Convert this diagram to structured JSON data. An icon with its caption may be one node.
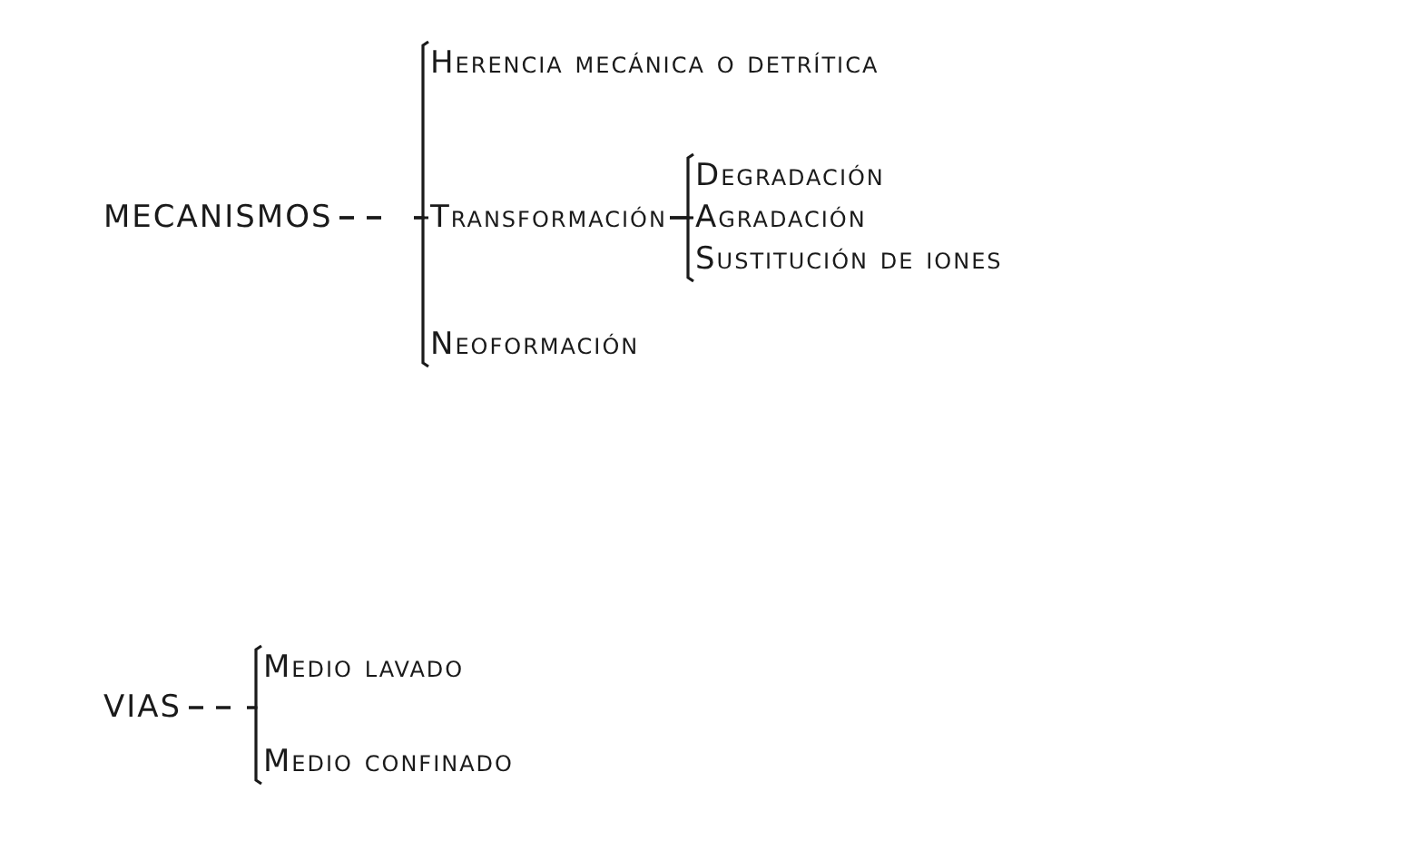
{
  "diagram": {
    "nodes": [
      {
        "text": [
          "MECANISMOS"
        ]
      },
      {
        "text": [
          "Herencia mecánica o detrítica"
        ]
      },
      {
        "text": [
          "Transformación"
        ]
      },
      {
        "text": [
          "Degradación"
        ]
      },
      {
        "text": [
          "Agradación"
        ]
      },
      {
        "text": [
          "Sustitución de iones"
        ]
      },
      {
        "text": [
          "Neoformación"
        ]
      },
      {
        "text": [
          "VIAS"
        ]
      },
      {
        "text": [
          "Medio lavado"
        ]
      },
      {
        "text": [
          "Medio confinado"
        ]
      }
    ],
    "edges": [
      {
        "from": 0,
        "to": 1,
        "arrow": "none",
        "style": "dashed"
      },
      {
        "from": 0,
        "to": 2,
        "arrow": "none",
        "style": "dashed"
      },
      {
        "from": 0,
        "to": 6,
        "arrow": "none",
        "style": "dashed"
      },
      {
        "from": 2,
        "to": 3,
        "arrow": "none"
      },
      {
        "from": 2,
        "to": 4,
        "arrow": "none"
      },
      {
        "from": 2,
        "to": 5,
        "arrow": "none"
      },
      {
        "from": 7,
        "to": 8,
        "arrow": "none",
        "style": "dashed"
      },
      {
        "from": 7,
        "to": 9,
        "arrow": "none",
        "style": "dashed"
      }
    ]
  }
}
